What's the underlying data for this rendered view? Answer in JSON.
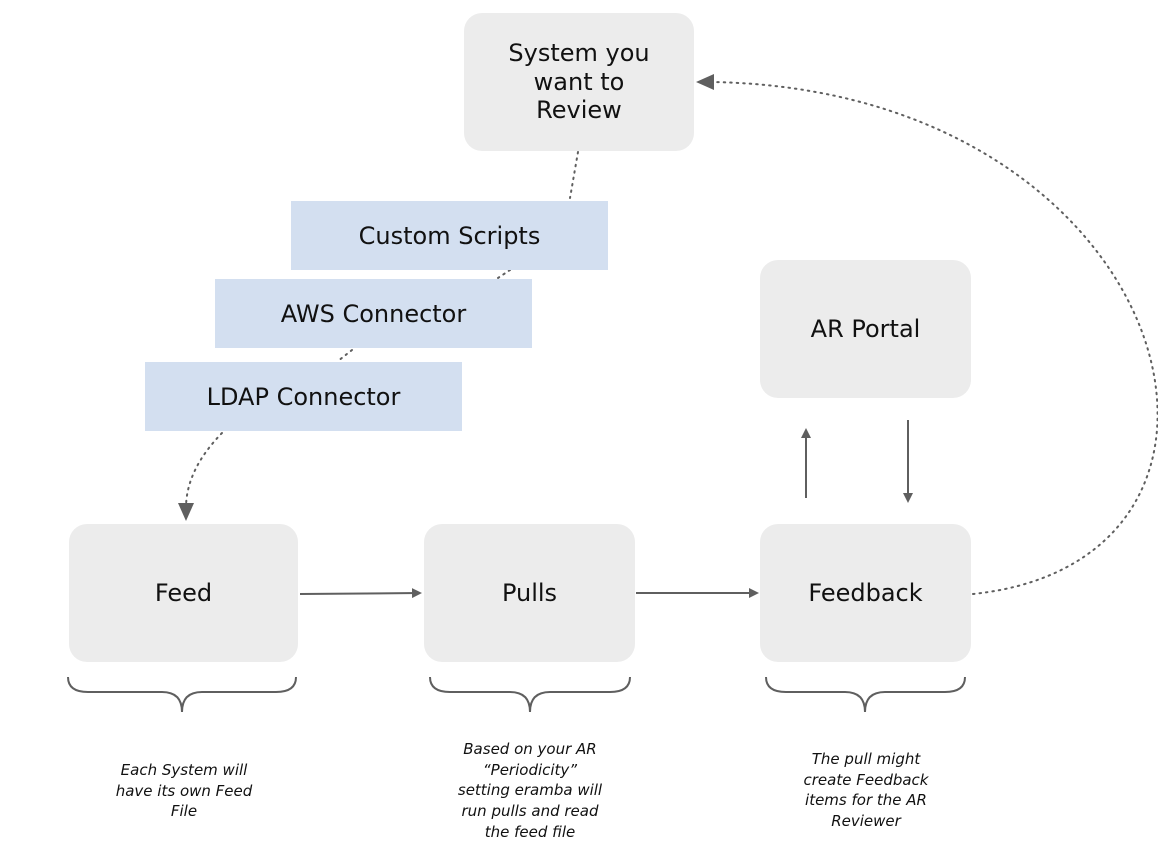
{
  "nodes": {
    "system": "System you\nwant to\nReview",
    "ar_portal": "AR Portal",
    "feed": "Feed",
    "pulls": "Pulls",
    "feedback": "Feedback"
  },
  "connectors": {
    "custom_scripts": "Custom Scripts",
    "aws": "AWS Connector",
    "ldap": "LDAP Connector"
  },
  "notes": {
    "feed": "Each System will\nhave its own Feed\nFile",
    "pulls": "Based on your AR\n“Periodicity”\nsetting eramba will\nrun pulls and read\nthe feed file",
    "feedback": "The pull might\ncreate Feedback\nitems for the AR\nReviewer"
  },
  "colors": {
    "node_fill": "#ececec",
    "connector_fill": "#d3dff0",
    "line": "#5f5f5f"
  }
}
